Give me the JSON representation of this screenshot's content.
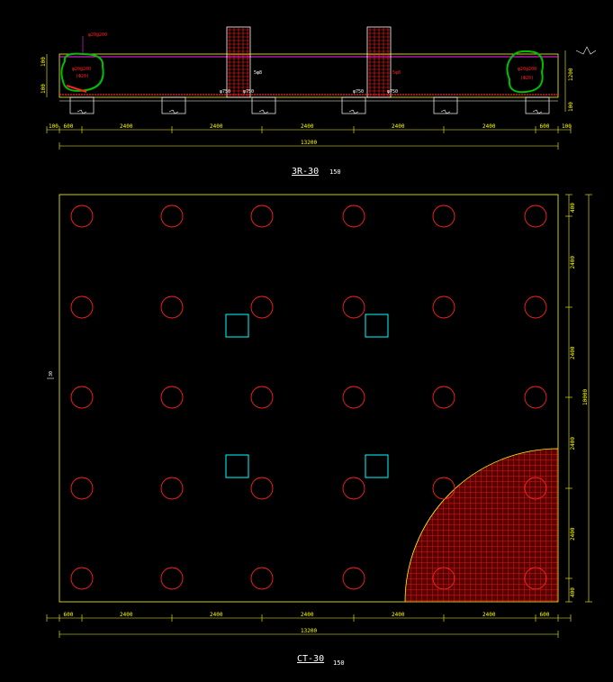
{
  "elevation": {
    "title": "3R-30",
    "scale": "150",
    "total_length": "13200",
    "spacings": [
      "600",
      "2400",
      "2400",
      "2400",
      "2400",
      "2400",
      "600"
    ],
    "left_edge": "100",
    "right_edge": "100",
    "height_dims": [
      "1200",
      "100"
    ],
    "left_heights": [
      "100",
      "100"
    ],
    "top_bar_label": "φ20@200",
    "rebar_left": [
      "φ20@200",
      "(Ф20)"
    ],
    "rebar_right": [
      "φ20@200",
      "(Ф20)"
    ],
    "column_tags": [
      "5φ8",
      "5φ8"
    ],
    "stirrup_tags": [
      "φ750",
      "φ750",
      "φ750",
      "φ750"
    ]
  },
  "plan": {
    "title": "CT-30",
    "scale": "150",
    "total_length": "13200",
    "spacings": [
      "600",
      "2400",
      "2400",
      "2400",
      "2400",
      "2400",
      "600"
    ],
    "total_height": "10000",
    "right_spacings": [
      "400",
      "2400",
      "2400",
      "2400",
      "2400",
      "400"
    ],
    "side_label": "30",
    "pile_rows": 5,
    "pile_cols": 6
  },
  "colors": {
    "background": "#000000",
    "outline": "#ffff00",
    "piles": "#ff2020",
    "columns": "#00ffff",
    "highlight": "#00c000",
    "rebar": "#ff2020",
    "text": "#ffffff"
  }
}
